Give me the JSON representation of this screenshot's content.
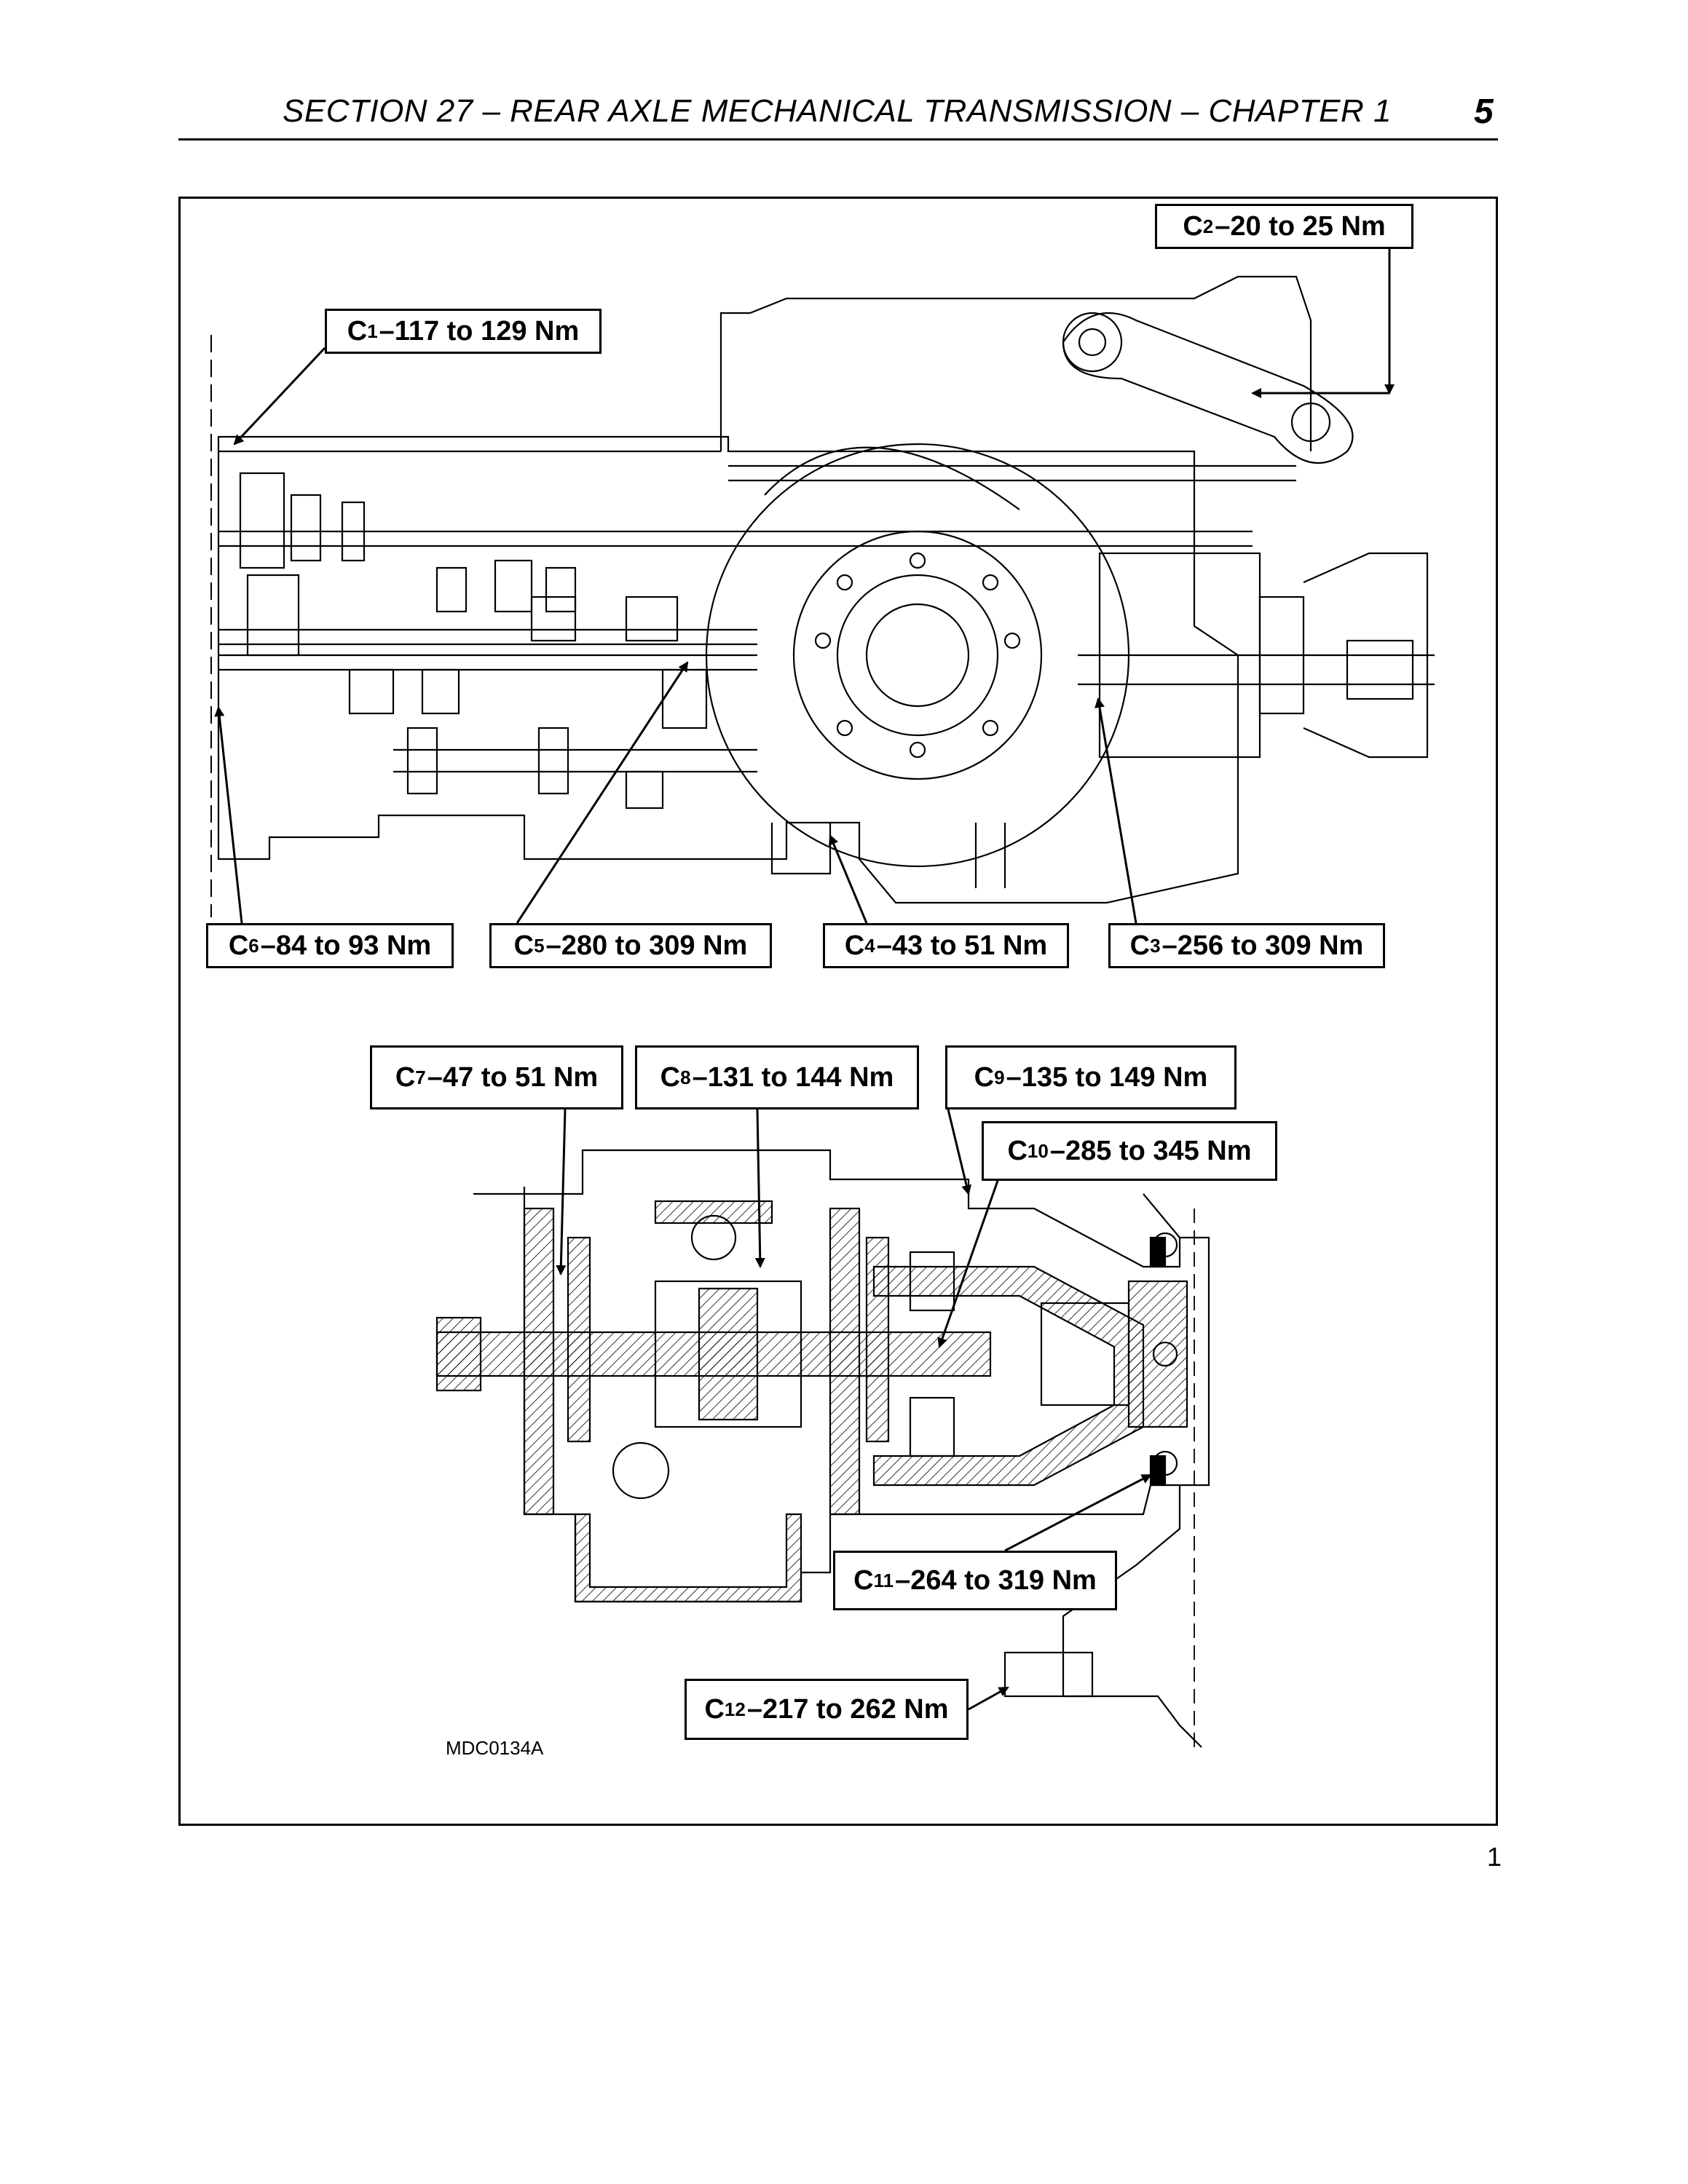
{
  "header": {
    "title": "SECTION 27 – REAR AXLE MECHANICAL TRANSMISSION – CHAPTER 1",
    "page_number": "5"
  },
  "callouts": [
    {
      "id": "C1",
      "sub": "1",
      "text": "–117 to 129 Nm"
    },
    {
      "id": "C2",
      "sub": "2",
      "text": "–20 to 25 Nm"
    },
    {
      "id": "C3",
      "sub": "3",
      "text": "–256 to 309 Nm"
    },
    {
      "id": "C4",
      "sub": "4",
      "text": "–43 to 51 Nm"
    },
    {
      "id": "C5",
      "sub": "5",
      "text": "–280 to 309 Nm"
    },
    {
      "id": "C6",
      "sub": "6",
      "text": "–84 to 93 Nm"
    },
    {
      "id": "C7",
      "sub": "7",
      "text": "–47 to 51 Nm"
    },
    {
      "id": "C8",
      "sub": "8",
      "text": "–131 to 144 Nm"
    },
    {
      "id": "C9",
      "sub": "9",
      "text": "–135 to 149 Nm"
    },
    {
      "id": "C10",
      "sub": "10",
      "text": "–285 to 345 Nm"
    },
    {
      "id": "C11",
      "sub": "11",
      "text": "–264 to 319 Nm"
    },
    {
      "id": "C12",
      "sub": "12",
      "text": "–217 to 262 Nm"
    }
  ],
  "figure": {
    "code": "MDC0134A",
    "number": "1"
  }
}
